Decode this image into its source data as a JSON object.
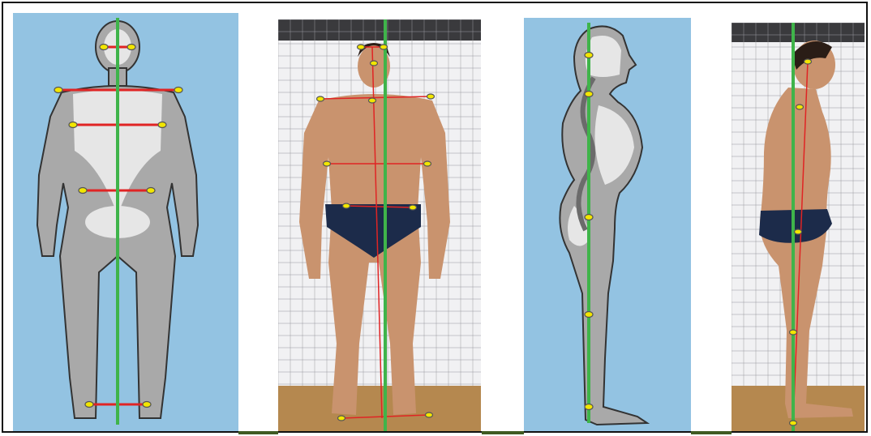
{
  "figure": {
    "panels": [
      {
        "id": "front-diagram",
        "kind": "illustration",
        "view": "anterior"
      },
      {
        "id": "front-photo",
        "kind": "photograph",
        "view": "anterior"
      },
      {
        "id": "side-diagram",
        "kind": "illustration",
        "view": "lateral"
      },
      {
        "id": "side-photo",
        "kind": "photograph",
        "view": "lateral"
      }
    ]
  },
  "colors": {
    "diagram_background": "#93c3e2",
    "body_fill": "#a9a9a9",
    "body_light": "#e6e6e6",
    "plumb_line": "#3fb44a",
    "landmark_line": "#e02424",
    "landmark_point": "#f2e600",
    "grid_background": "#f1f1f3",
    "grid_line": "#9a9aa0",
    "floor": "#b5884f",
    "skin": "#c9936e",
    "shorts": "#1c2b4a",
    "frame_border": "#111111",
    "accent_bar": "#3f5b22"
  }
}
